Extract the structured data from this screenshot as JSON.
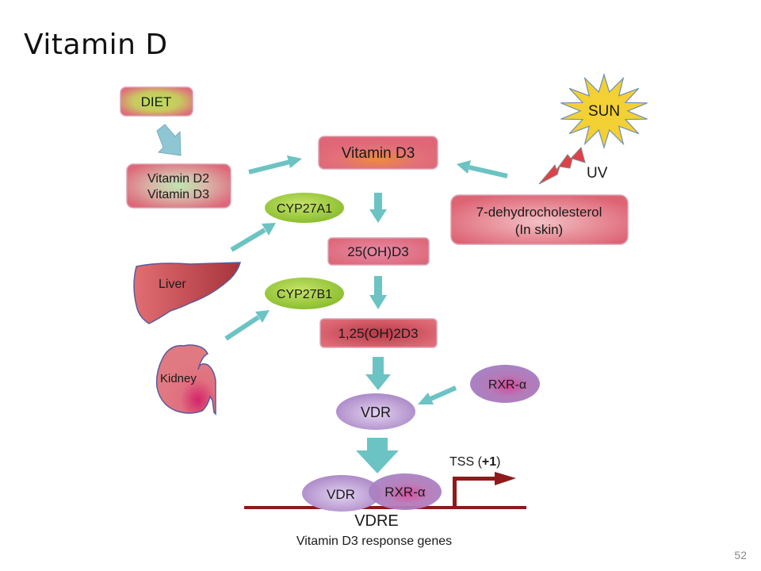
{
  "slide": {
    "title": "Vitamin D",
    "page_number": "52"
  },
  "diagram": {
    "diet": "DIET",
    "dietary_forms": [
      "Vitamin D2",
      "Vitamin D3"
    ],
    "vitamin_d3": "Vitamin D3",
    "sun": "SUN",
    "uv": "UV",
    "skin_precursor": [
      "7-dehydrocholesterol",
      "(In skin)"
    ],
    "enzyme_1": "CYP27A1",
    "intermediate": "25(OH)D3",
    "liver": "Liver",
    "enzyme_2": "CYP27B1",
    "active_form": "1,25(OH)2D3",
    "kidney": "Kidney",
    "receptor": "VDR",
    "partner": "RXR-α",
    "complex_vdr": "VDR",
    "complex_rxr": "RXR-α",
    "tss_prefix": "TSS (",
    "tss_bold": "+1",
    "tss_suffix": ")",
    "element": "VDRE",
    "caption": "Vitamin D3 response genes"
  },
  "colors": {
    "arrow": "#6cc3c3",
    "box_red": "#de6a78",
    "enzyme_green": "#9ccc3a",
    "receptor_purple": "#a987c6",
    "dna_red": "#8e1a1a",
    "sun_yellow": "#f3d033"
  }
}
